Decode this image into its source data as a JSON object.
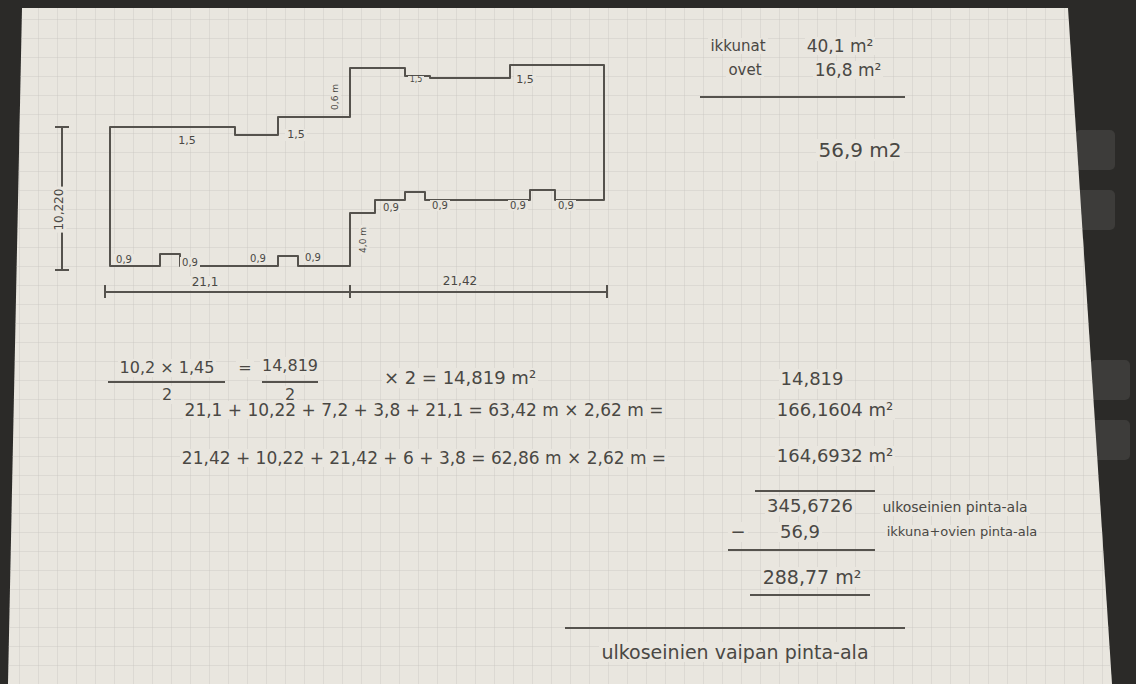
{
  "diagram": {
    "labels": [
      "1,5",
      "1,5",
      "0,6 m",
      "1,5",
      "1,5",
      "10,220",
      "0,9",
      "0,9",
      "0,9",
      "0,9",
      "4,0 m",
      "0,9",
      "0,9",
      "0,9",
      "0,9",
      "21,1",
      "21,42",
      "ikkunat",
      "40,1 m²",
      "ovet",
      "16,8 m²",
      "56,9 m2",
      "10,2 × 1,45",
      "2",
      "=",
      "14,819",
      "2",
      "× 2 = 14,819 m²",
      "14,819",
      "21,1 + 10,22 + 7,2 + 3,8 + 21,1 = 63,42 m × 2,62 m =",
      "166,1604 m²",
      "21,42 + 10,22 + 21,42 + 6 + 3,8 = 62,86 m × 2,62 m =",
      "164,6932 m²",
      "345,6726",
      "ulkoseinien pinta-ala",
      "−",
      "56,9",
      "ikkuna+ovien pinta-ala",
      "288,77 m²",
      "ulkoseinien vaipan pinta-ala"
    ]
  }
}
